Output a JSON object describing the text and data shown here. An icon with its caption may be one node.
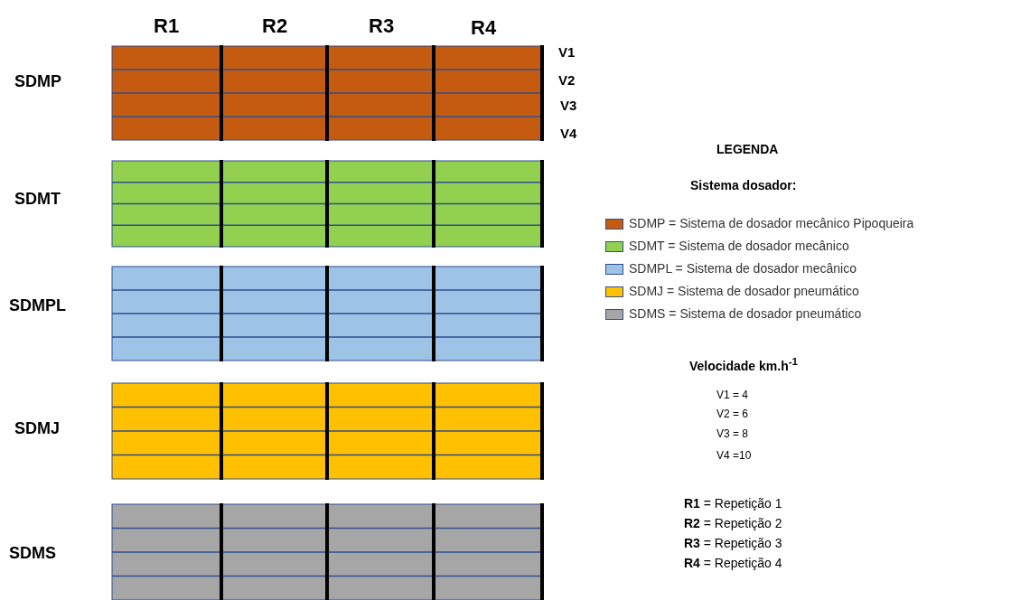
{
  "diagram": {
    "labels": [
      "R1",
      "R2",
      "R3",
      "R4",
      "SDMP",
      "V1",
      "V2",
      "V3",
      "V4",
      "SDMT",
      "SDMPL",
      "SDMJ",
      "SDMS",
      "LEGENDA",
      "Sistema dosador:",
      "Velocidade km.h$^{-1}$",
      "V1 = 4",
      "V2 = 6",
      "V3 = 8",
      "V4 =10",
      "**R1** = Repetição 1",
      "**R2** = Repetição 2",
      "**R3** = Repetição 3",
      "**R4** = Repetição 4"
    ],
    "legend": [
      {
        "text": "SDMP = Sistema de dosador mecânico Pipoqueira",
        "color": "#c55a11"
      },
      {
        "text": "SDMT = Sistema de dosador mecânico",
        "color": "#92d050"
      },
      {
        "text": "SDMPL = Sistema de dosador mecânico",
        "color": "#9dc3e6"
      },
      {
        "text": "SDMJ = Sistema de dosador pneumático",
        "color": "#ffc000"
      },
      {
        "text": "SDMS = Sistema de dosador pneumático",
        "color": "#a6a6a6"
      }
    ]
  }
}
